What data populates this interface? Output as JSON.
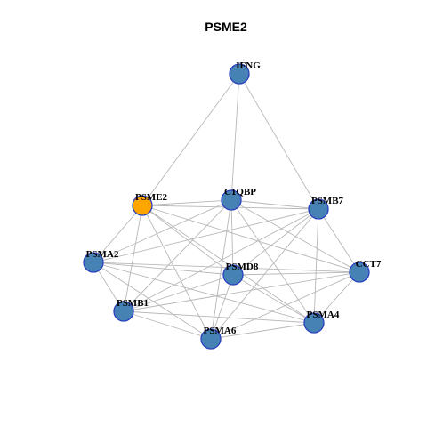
{
  "title": "PSME2",
  "colors": {
    "focus_fill": "#FFA500",
    "node_fill": "#4682B4",
    "node_stroke": "#2A3FBF",
    "edge": "#B8B8B8"
  },
  "graph": {
    "focus": "PSME2",
    "nodes": [
      "IFNG",
      "PSME2",
      "C1QBP",
      "PSMB7",
      "PSMA2",
      "PSMD8",
      "CCT7",
      "PSMB1",
      "PSMA4",
      "PSMA6"
    ],
    "edges": [
      [
        "IFNG",
        "PSME2"
      ],
      [
        "IFNG",
        "C1QBP"
      ],
      [
        "IFNG",
        "PSMB7"
      ],
      [
        "PSME2",
        "C1QBP"
      ],
      [
        "PSME2",
        "PSMB7"
      ],
      [
        "PSME2",
        "PSMA2"
      ],
      [
        "PSME2",
        "PSMD8"
      ],
      [
        "PSME2",
        "CCT7"
      ],
      [
        "PSME2",
        "PSMB1"
      ],
      [
        "PSME2",
        "PSMA4"
      ],
      [
        "PSME2",
        "PSMA6"
      ],
      [
        "C1QBP",
        "PSMB7"
      ],
      [
        "C1QBP",
        "PSMA2"
      ],
      [
        "C1QBP",
        "PSMD8"
      ],
      [
        "C1QBP",
        "CCT7"
      ],
      [
        "C1QBP",
        "PSMB1"
      ],
      [
        "C1QBP",
        "PSMA4"
      ],
      [
        "C1QBP",
        "PSMA6"
      ],
      [
        "PSMB7",
        "PSMA2"
      ],
      [
        "PSMB7",
        "PSMD8"
      ],
      [
        "PSMB7",
        "CCT7"
      ],
      [
        "PSMB7",
        "PSMB1"
      ],
      [
        "PSMB7",
        "PSMA4"
      ],
      [
        "PSMB7",
        "PSMA6"
      ],
      [
        "PSMA2",
        "PSMD8"
      ],
      [
        "PSMA2",
        "CCT7"
      ],
      [
        "PSMA2",
        "PSMB1"
      ],
      [
        "PSMA2",
        "PSMA4"
      ],
      [
        "PSMA2",
        "PSMA6"
      ],
      [
        "PSMD8",
        "CCT7"
      ],
      [
        "PSMD8",
        "PSMB1"
      ],
      [
        "PSMD8",
        "PSMA4"
      ],
      [
        "PSMD8",
        "PSMA6"
      ],
      [
        "CCT7",
        "PSMB1"
      ],
      [
        "CCT7",
        "PSMA4"
      ],
      [
        "CCT7",
        "PSMA6"
      ],
      [
        "PSMB1",
        "PSMA4"
      ],
      [
        "PSMB1",
        "PSMA6"
      ],
      [
        "PSMA4",
        "PSMA6"
      ]
    ]
  }
}
